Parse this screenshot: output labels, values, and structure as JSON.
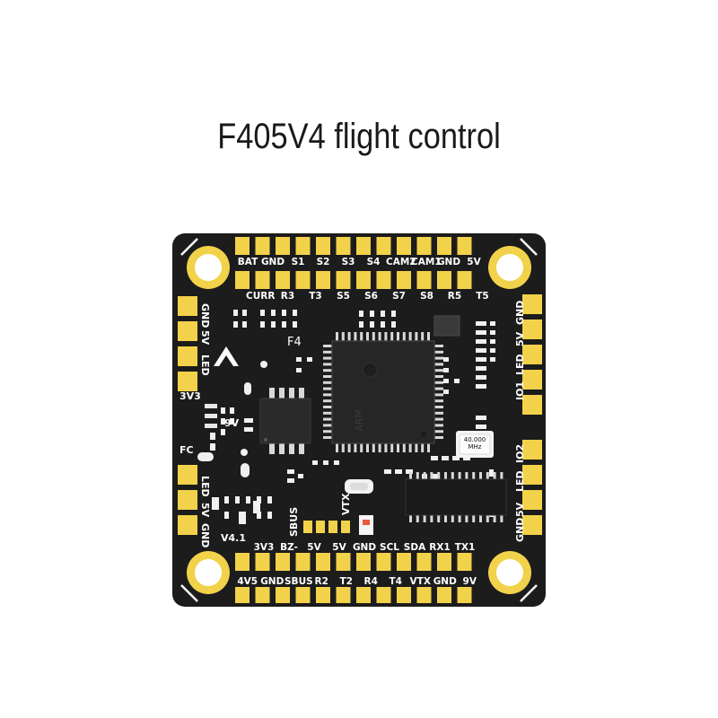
{
  "title": "F405V4 flight control",
  "board": {
    "model_mark": "F4",
    "version_mark": "V4.1",
    "crystal_freq": "40.000",
    "crystal_unit": "MHz",
    "mcu_mark": "ARM",
    "top_row_outer": [
      "BAT",
      "GND",
      "S1",
      "S2",
      "S3",
      "S4",
      "CAM2",
      "CAM1",
      "GND",
      "5V"
    ],
    "top_row_inner": [
      "CURR",
      "R3",
      "T3",
      "S5",
      "S6",
      "S7",
      "S8",
      "R5",
      "T5"
    ],
    "bottom_row_inner": [
      "3V3",
      "BZ-",
      "5V",
      "5V",
      "GND",
      "SCL",
      "SDA",
      "RX1",
      "TX1"
    ],
    "bottom_row_outer": [
      "4V5",
      "GND",
      "SBUS",
      "R2",
      "T2",
      "R4",
      "T4",
      "VTX",
      "GND",
      "9V"
    ],
    "left_side_top": [
      "GND",
      "5V",
      "LED"
    ],
    "left_side_bottom": [
      "LED",
      "5V",
      "GND"
    ],
    "right_side_top": [
      "GND",
      "5V",
      "LED",
      "IO1"
    ],
    "right_side_bottom": [
      "IO2",
      "LED",
      "5V",
      "GND"
    ],
    "jumper_3v3": "3V3",
    "jumper_9v": "9V",
    "jumper_fc": "FC",
    "sbus_label": "SBUS",
    "vtx_label": "VTX"
  },
  "colors": {
    "pcb": "#1c1c1c",
    "pad": "#f2d24a",
    "silk": "#ffffff"
  }
}
